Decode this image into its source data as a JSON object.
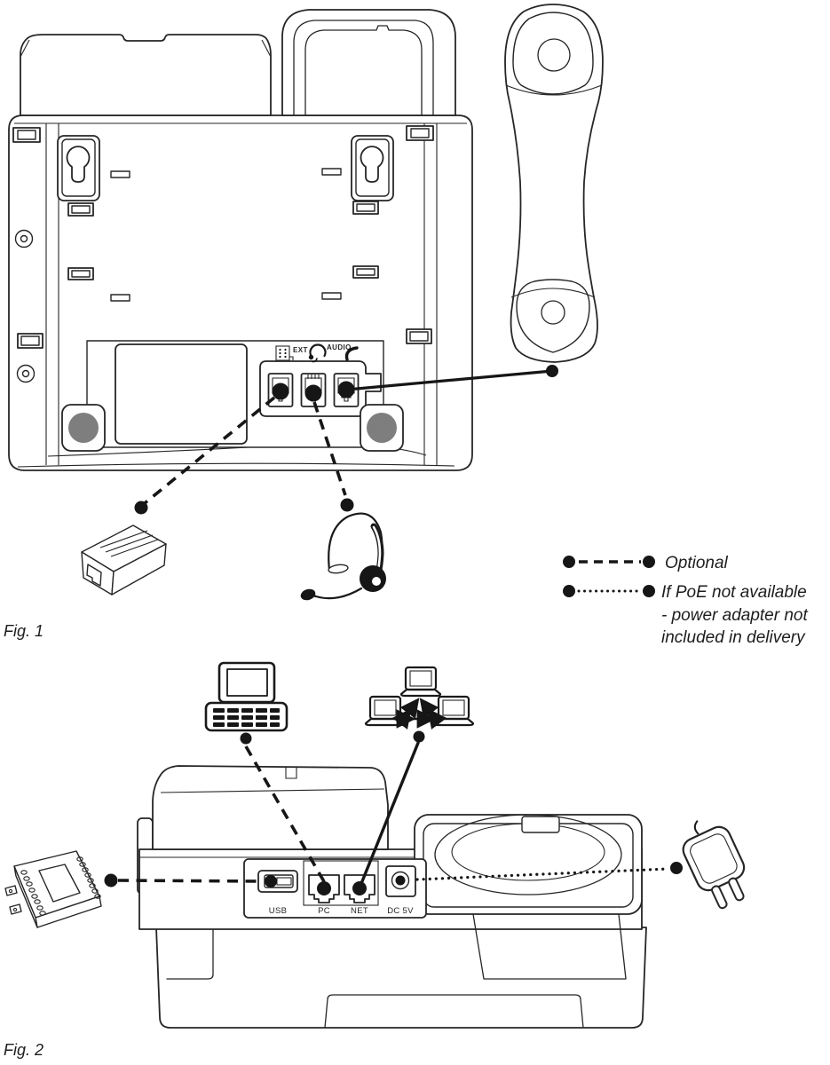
{
  "colors": {
    "background": "#ffffff",
    "line": "#262626",
    "ink": "#161616",
    "foot_gray": "#7e7e7e"
  },
  "fig1": {
    "caption": "Fig. 1",
    "labels": {
      "ext": "EXT",
      "audio": "AUDIO"
    },
    "legend": {
      "optional": "Optional",
      "poe_line1": "If PoE not available",
      "poe_line2": "- power adapter not",
      "poe_line3": "included in delivery"
    },
    "icons": [
      "expansion-module-icon",
      "headset-icon",
      "handset-icon",
      "adapter-box-icon"
    ]
  },
  "fig2": {
    "caption": "Fig. 2",
    "labels": {
      "usb": "USB",
      "pc": "PC",
      "net": "NET",
      "dc": "DC 5V"
    },
    "icons": [
      "desktop-computer-icon",
      "network-icon",
      "expansion-module-icon",
      "power-adapter-icon"
    ]
  }
}
